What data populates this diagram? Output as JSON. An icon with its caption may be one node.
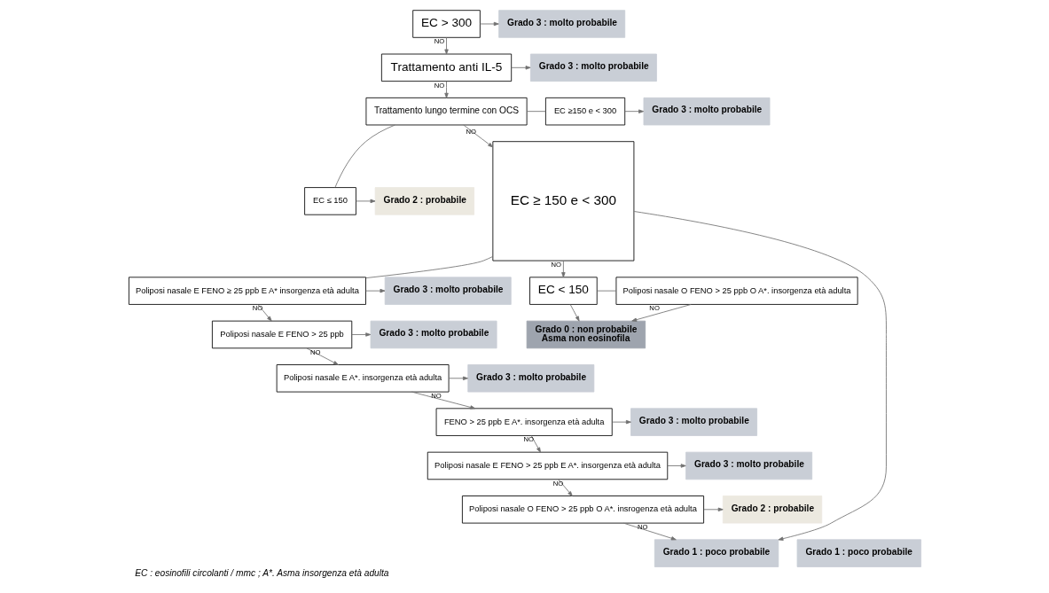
{
  "diagram": {
    "caption": "EC : eosinofili circolanti / mmc ; A*. Asma insorgenza età adulta",
    "nodes": [
      {
        "text": [
          "EC > 300"
        ]
      },
      {
        "text": [
          "Trattamento anti IL-5"
        ]
      },
      {
        "text": [
          "Trattamento lungo termine con OCS"
        ]
      },
      {
        "text": [
          "EC ≥150 e < 300"
        ]
      },
      {
        "text": [
          "EC ≤ 150"
        ]
      },
      {
        "text": [
          "EC ≥ 150 e < 300"
        ]
      },
      {
        "text": [
          "Poliposi nasale E FENO ≥ 25 ppb E A* insorgenza età adulta"
        ]
      },
      {
        "text": [
          "Poliposi nasale E FENO > 25 ppb"
        ]
      },
      {
        "text": [
          "Poliposi nasale E A*. insorgenza età adulta"
        ]
      },
      {
        "text": [
          "FENO > 25 ppb E A*. insorgenza età adulta"
        ]
      },
      {
        "text": [
          "Poliposi nasale E FENO > 25 ppb E A*. insorgenza età adulta"
        ]
      },
      {
        "text": [
          "Poliposi nasale O FENO > 25 ppb O A*. insrogenza età adulta"
        ]
      },
      {
        "text": [
          "EC < 150"
        ]
      },
      {
        "text": [
          "Poliposi nasale O FENO > 25 ppb O A*. insorgenza età adulta"
        ]
      },
      {
        "text": [
          "Grado 3 : molto probabile"
        ]
      },
      {
        "text": [
          "Grado 3 : molto probabile"
        ]
      },
      {
        "text": [
          "Grado 3 : molto probabile"
        ]
      },
      {
        "text": [
          "Grado 2 : probabile"
        ]
      },
      {
        "text": [
          "Grado 3 : molto probabile"
        ]
      },
      {
        "text": [
          "Grado 3 : molto probabile"
        ]
      },
      {
        "text": [
          "Grado 3 : molto probabile"
        ]
      },
      {
        "text": [
          "Grado 3 : molto probabile"
        ]
      },
      {
        "text": [
          "Grado 3 : molto probabile"
        ]
      },
      {
        "text": [
          "Grado 2 : probabile"
        ]
      },
      {
        "text": [
          "Grado 1 : poco probabile"
        ]
      },
      {
        "text": [
          "Grado 1 : poco probabile"
        ]
      },
      {
        "text": [
          "Grado 0 : non probabile",
          "Asma non eosinofila"
        ]
      }
    ],
    "edges": [
      {
        "from": 0,
        "to": 14,
        "arrow": "to"
      },
      {
        "from": 0,
        "to": 1,
        "arrow": "to",
        "label": "NO"
      },
      {
        "from": 1,
        "to": 15,
        "arrow": "to"
      },
      {
        "from": 1,
        "to": 2,
        "arrow": "to",
        "label": "NO"
      },
      {
        "from": 2,
        "to": 3,
        "arrow": "none"
      },
      {
        "from": 2,
        "to": 4,
        "arrow": "none"
      },
      {
        "from": 3,
        "to": 16,
        "arrow": "to"
      },
      {
        "from": 4,
        "to": 17,
        "arrow": "to"
      },
      {
        "from": 2,
        "to": 5,
        "arrow": "to",
        "label": "NO"
      },
      {
        "from": 5,
        "to": 6,
        "arrow": "none"
      },
      {
        "from": 6,
        "to": 18,
        "arrow": "to"
      },
      {
        "from": 6,
        "to": 7,
        "arrow": "to",
        "label": "NO"
      },
      {
        "from": 7,
        "to": 19,
        "arrow": "to"
      },
      {
        "from": 7,
        "to": 8,
        "arrow": "to",
        "label": "NO"
      },
      {
        "from": 8,
        "to": 20,
        "arrow": "to"
      },
      {
        "from": 8,
        "to": 9,
        "arrow": "to",
        "label": "NO"
      },
      {
        "from": 9,
        "to": 21,
        "arrow": "to"
      },
      {
        "from": 9,
        "to": 10,
        "arrow": "to",
        "label": "NO"
      },
      {
        "from": 10,
        "to": 22,
        "arrow": "to"
      },
      {
        "from": 10,
        "to": 11,
        "arrow": "to",
        "label": "NO"
      },
      {
        "from": 11,
        "to": 23,
        "arrow": "to"
      },
      {
        "from": 11,
        "to": 24,
        "arrow": "to",
        "label": "NO"
      },
      {
        "from": 5,
        "to": 24,
        "arrow": "to"
      },
      {
        "from": 5,
        "to": 12,
        "arrow": "to",
        "label": "NO"
      },
      {
        "from": 12,
        "to": 13,
        "arrow": "none"
      },
      {
        "from": 13,
        "to": 26,
        "arrow": "to",
        "label": "NO"
      },
      {
        "from": 12,
        "to": 26,
        "arrow": "to"
      }
    ]
  }
}
